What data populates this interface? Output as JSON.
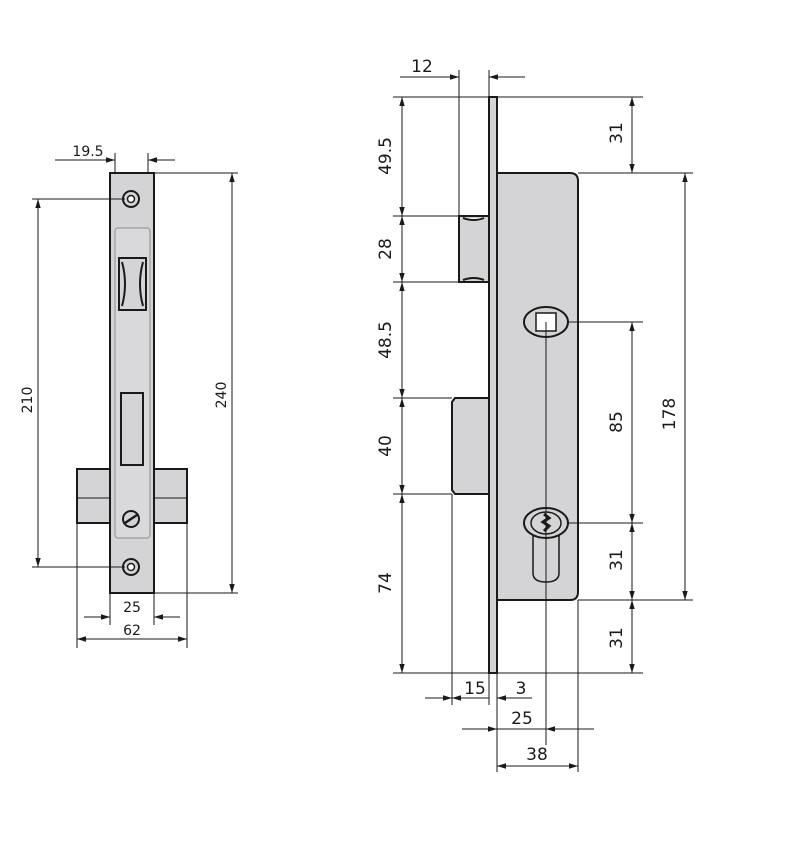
{
  "front_view": {
    "dims": {
      "faceplate_width": "19.5",
      "hole_spacing": "210",
      "faceplate_height": "240",
      "backset_width": "25",
      "body_width": "62"
    }
  },
  "side_view": {
    "dims": {
      "latch_projection": "12",
      "top_to_latch": "49.5",
      "latch_height": "28",
      "latch_to_bolt": "48.5",
      "bolt_height": "40",
      "bolt_to_bottom": "74",
      "top_to_case": "31",
      "handle_to_cylinder": "85",
      "case_height": "178",
      "cylinder_to_case_bottom": "31",
      "case_bottom_to_plate_bottom": "31",
      "bolt_projection": "15",
      "plate_thickness": "3",
      "backset": "25",
      "case_depth": "38"
    }
  },
  "colors": {
    "metal": "#d4d4d6",
    "line": "#1a1a1a"
  }
}
